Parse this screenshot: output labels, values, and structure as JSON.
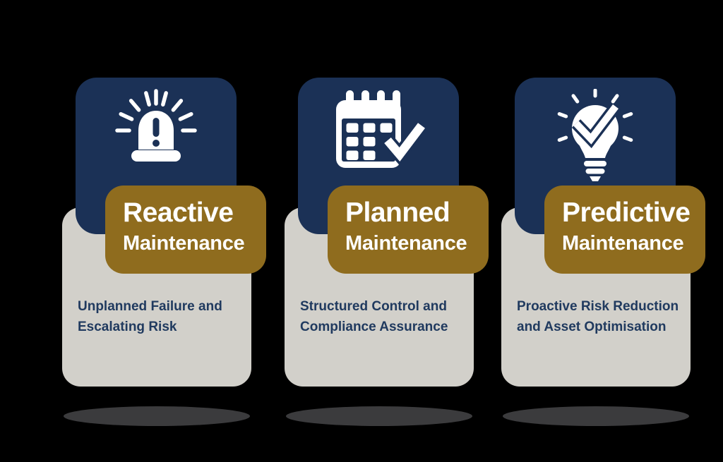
{
  "colors": {
    "background": "#000000",
    "navy": "#1B3156",
    "gold": "#8F6C1E",
    "card_gray": "#D2D0CA",
    "text_navy": "#203A5F",
    "icon_white": "#FFFFFF",
    "shadow": "#3B3B3D"
  },
  "cards": [
    {
      "icon": "siren-alert-icon",
      "title": "Reactive",
      "subtitle": "Maintenance",
      "description_line1": "Unplanned Failure and",
      "description_line2": "Escalating Risk"
    },
    {
      "icon": "calendar-check-icon",
      "title": "Planned",
      "subtitle": "Maintenance",
      "description_line1": "Structured Control and",
      "description_line2": "Compliance Assurance"
    },
    {
      "icon": "lightbulb-check-icon",
      "title": "Predictive",
      "subtitle": "Maintenance",
      "description_line1": "Proactive Risk Reduction",
      "description_line2": "and Asset Optimisation"
    }
  ]
}
